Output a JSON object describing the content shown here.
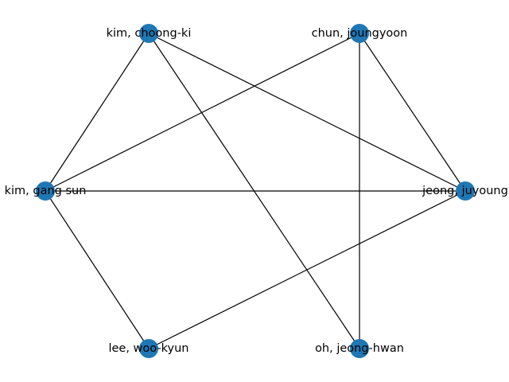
{
  "graph": {
    "node_color": "#1f77b4",
    "edge_color": "#000000",
    "nodes": [
      {
        "id": "kim-choong-ki",
        "label": "kim, choong-ki"
      },
      {
        "id": "chun-joungyoon",
        "label": "chun, joungyoon"
      },
      {
        "id": "kim-gang-sun",
        "label": "kim, gang sun"
      },
      {
        "id": "jeong-juyoung",
        "label": "jeong, juyoung"
      },
      {
        "id": "lee-woo-kyun",
        "label": "lee, woo-kyun"
      },
      {
        "id": "oh-jeong-hwan",
        "label": "oh, jeong-hwan"
      }
    ],
    "edges": [
      [
        "kim-choong-ki",
        "kim-gang-sun"
      ],
      [
        "kim-choong-ki",
        "jeong-juyoung"
      ],
      [
        "kim-choong-ki",
        "oh-jeong-hwan"
      ],
      [
        "chun-joungyoon",
        "kim-gang-sun"
      ],
      [
        "chun-joungyoon",
        "jeong-juyoung"
      ],
      [
        "chun-joungyoon",
        "oh-jeong-hwan"
      ],
      [
        "kim-gang-sun",
        "jeong-juyoung"
      ],
      [
        "kim-gang-sun",
        "lee-woo-kyun"
      ],
      [
        "jeong-juyoung",
        "lee-woo-kyun"
      ]
    ]
  }
}
